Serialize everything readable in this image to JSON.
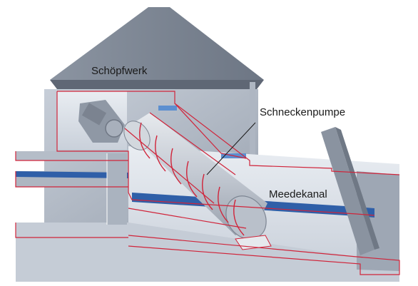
{
  "labels": {
    "building": "Schöpfwerk",
    "pump": "Schneckenpumpe",
    "canal": "Meedekanal"
  },
  "colors": {
    "background": "#ffffff",
    "roof": "#7d8694",
    "wall": "#b7c0cc",
    "interior": "#dfe4ea",
    "water": "#2f5fa8",
    "outline": "#d0243a",
    "pump": "#c9ced6"
  }
}
